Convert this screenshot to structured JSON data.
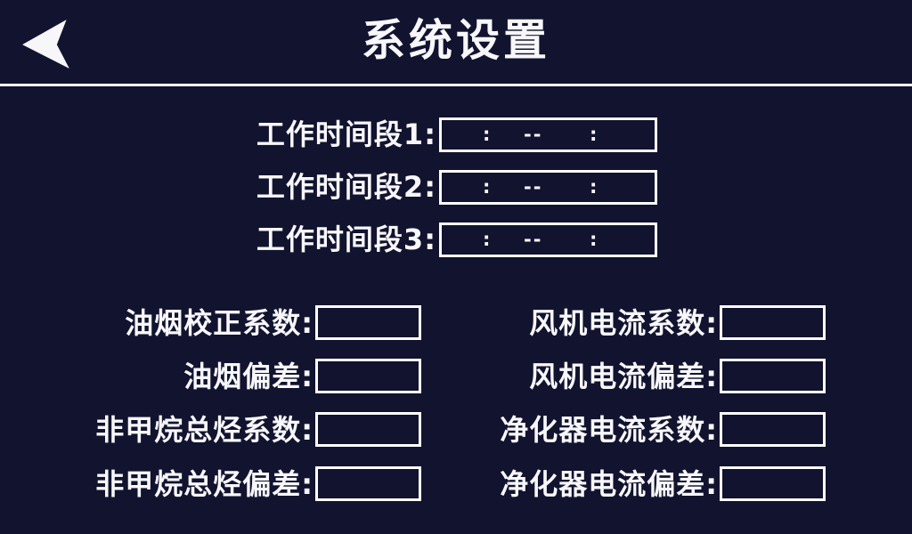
{
  "colors": {
    "background": "#12132f",
    "text": "#f7f7fa",
    "border": "#ffffff",
    "divider": "#ffffff"
  },
  "header": {
    "title": "系统设置",
    "back_icon": "back-arrow-icon"
  },
  "time_box": {
    "colon": ":",
    "dash": "--"
  },
  "time_periods": [
    {
      "label": "工作时间段1:",
      "start": "",
      "end": ""
    },
    {
      "label": "工作时间段2:",
      "start": "",
      "end": ""
    },
    {
      "label": "工作时间段3:",
      "start": "",
      "end": ""
    }
  ],
  "params": {
    "left": [
      {
        "label": "油烟校正系数:",
        "value": ""
      },
      {
        "label": "油烟偏差:",
        "value": ""
      },
      {
        "label": "非甲烷总烃系数:",
        "value": ""
      },
      {
        "label": "非甲烷总烃偏差:",
        "value": ""
      }
    ],
    "right": [
      {
        "label": "风机电流系数:",
        "value": ""
      },
      {
        "label": "风机电流偏差:",
        "value": ""
      },
      {
        "label": "净化器电流系数:",
        "value": ""
      },
      {
        "label": "净化器电流偏差:",
        "value": ""
      }
    ]
  }
}
